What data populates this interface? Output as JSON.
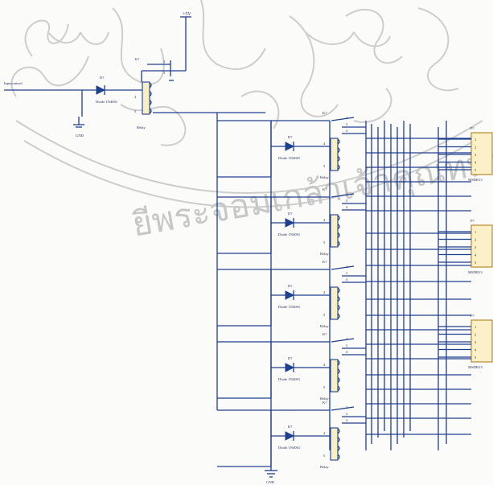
{
  "schematic": {
    "supply_label": "+5V",
    "input_label": "Inputcontrol",
    "ground_label": "GND",
    "relay_label": "Relay",
    "diode_part_label": "Diode 1N4001",
    "relay_designator": "K?",
    "diode_designator": "D?",
    "connector_designator": "P?",
    "connector_part": "MSDR13",
    "relay_pins": [
      "1",
      "2",
      "3",
      "4",
      "5"
    ],
    "connector_pins": [
      "1",
      "2",
      "3",
      "4",
      "5"
    ]
  },
  "watermark": {
    "text": "ยีพระจอมเกล้าเจ้าคุณทหารล"
  },
  "colors": {
    "wire": "#1f3f8f",
    "connector_fill": "#fbf0c8",
    "connector_stroke": "#b88a2a",
    "relay_fill": "#f7efc8",
    "watermark": "#c9c9c9"
  }
}
